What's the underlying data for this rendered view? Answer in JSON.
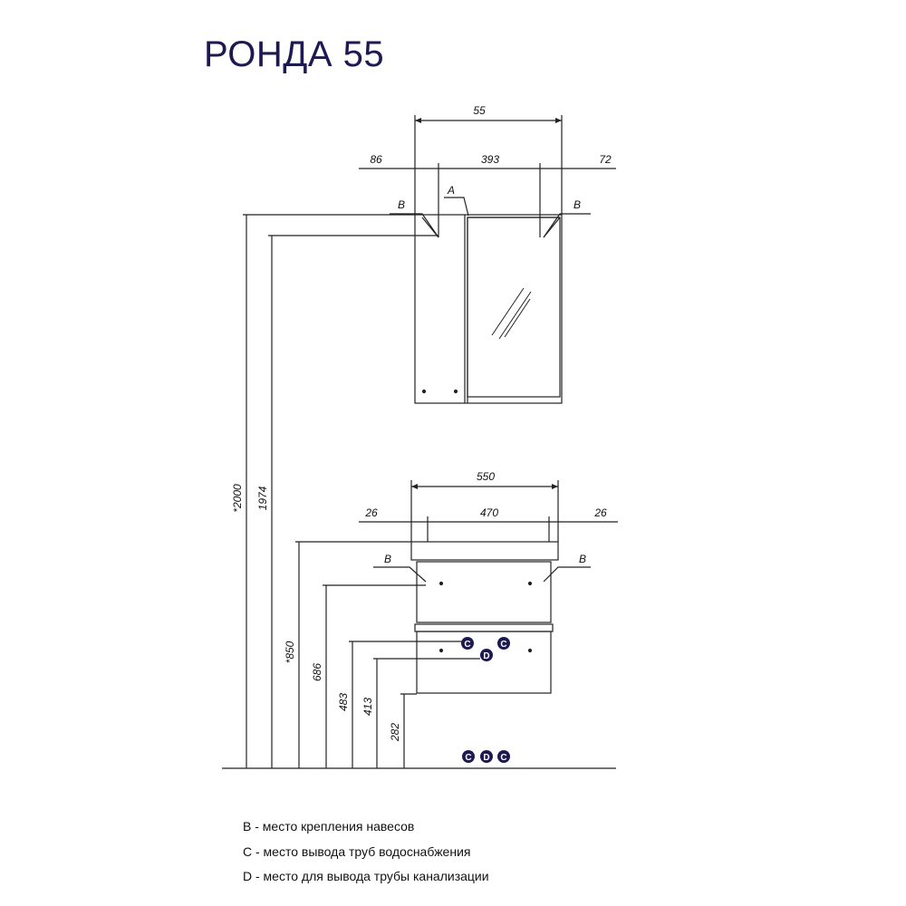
{
  "title": "РОНДА 55",
  "mirror_cabinet": {
    "width_label": "55",
    "offsets": {
      "left": "86",
      "center": "393",
      "right": "72"
    },
    "mark_a": "A",
    "mark_b_left": "B",
    "mark_b_right": "B"
  },
  "vanity": {
    "width_label": "550",
    "offsets": {
      "left": "26",
      "center": "470",
      "right": "26"
    },
    "mark_b_left": "B",
    "mark_b_right": "B",
    "pipe_marks": [
      "C",
      "D",
      "C"
    ]
  },
  "floor_marks": [
    "C",
    "D",
    "C"
  ],
  "heights": [
    "*2000",
    "1974",
    "*850",
    "686",
    "483",
    "413",
    "282"
  ],
  "legend": [
    "B - место крепления навесов",
    "C - место вывода труб водоснабжения",
    "D - место для вывода трубы канализации"
  ],
  "colors": {
    "title": "#1d1a52",
    "marker_fill": "#1d1a52",
    "line": "#222222"
  }
}
